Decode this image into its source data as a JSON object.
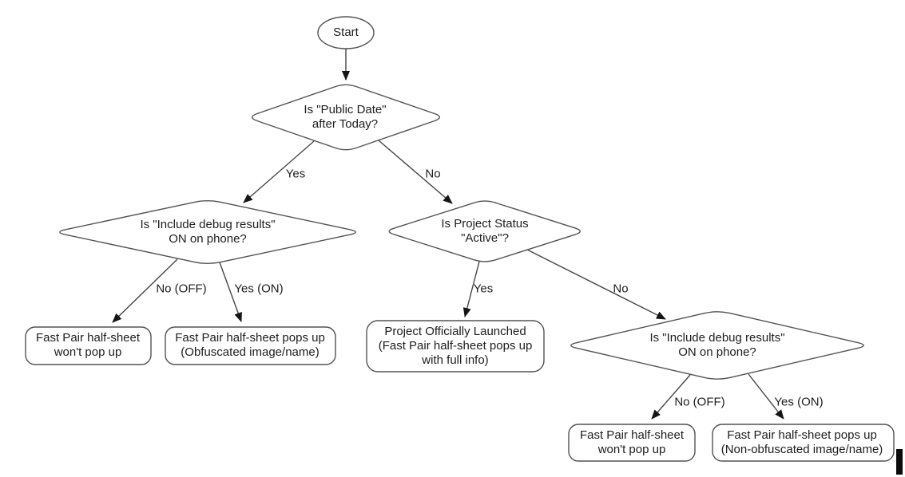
{
  "colors": {
    "background": "#ffffff",
    "shape_fill": "#ffffff",
    "shape_stroke": "#525252",
    "edge_stroke": "#454545",
    "arrowhead": "#151515",
    "text": "#1d1d1d",
    "cursor_bar": "#0b0b0b"
  },
  "nodes": {
    "start": {
      "type": "terminator-ellipse",
      "lines": [
        "Start"
      ]
    },
    "d1": {
      "type": "decision-diamond",
      "lines": [
        "Is \"Public Date\"",
        "after Today?"
      ]
    },
    "d2": {
      "type": "decision-diamond",
      "lines": [
        "Is \"Include debug results\"",
        "ON on phone?"
      ]
    },
    "d3": {
      "type": "decision-diamond",
      "lines": [
        "Is Project Status",
        "\"Active\"?"
      ]
    },
    "d4": {
      "type": "decision-diamond",
      "lines": [
        "Is \"Include debug results\"",
        "ON on phone?"
      ]
    },
    "b1": {
      "type": "result-box",
      "lines": [
        "Fast Pair half-sheet",
        "won't pop up"
      ]
    },
    "b2": {
      "type": "result-box",
      "lines": [
        "Fast Pair half-sheet pops up",
        "(Obfuscated image/name)"
      ]
    },
    "b3": {
      "type": "result-box",
      "lines": [
        "Project Officially Launched",
        "(Fast Pair half-sheet pops up",
        "with full info)"
      ]
    },
    "b4": {
      "type": "result-box",
      "lines": [
        "Fast Pair half-sheet",
        "won't pop up"
      ]
    },
    "b5": {
      "type": "result-box",
      "lines": [
        "Fast Pair half-sheet pops up",
        "(Non-obfuscated image/name)"
      ]
    }
  },
  "edge_labels": {
    "yes1": "Yes",
    "no1": "No",
    "no_off1": "No (OFF)",
    "yes_on1": "Yes (ON)",
    "yes2": "Yes",
    "no2": "No",
    "no_off2": "No (OFF)",
    "yes_on2": "Yes (ON)"
  }
}
